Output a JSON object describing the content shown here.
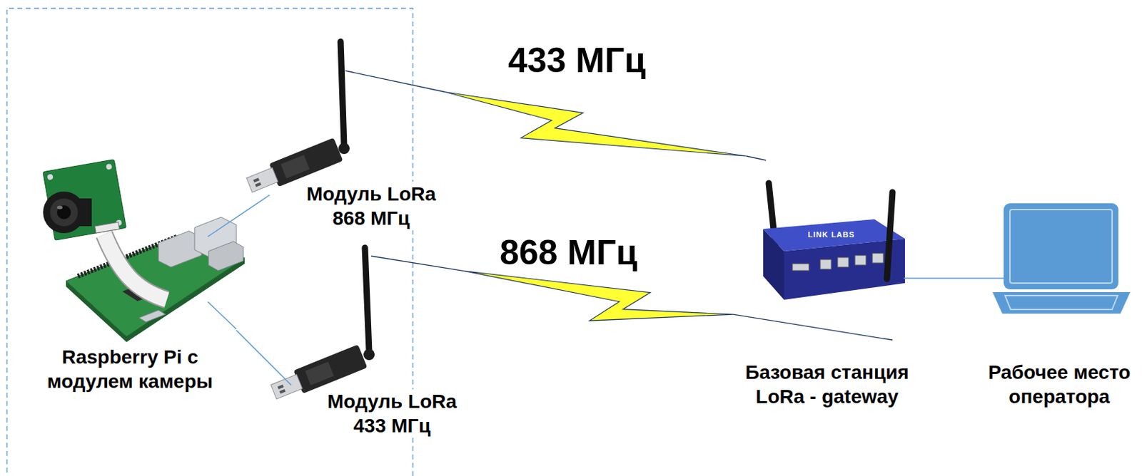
{
  "diagram": {
    "nodes": [
      {
        "text": [
          "Модуль LoRa 868 МГц"
        ]
      },
      {
        "text": [
          "Raspberry Pi с модулем камеры"
        ]
      },
      {
        "text": [
          "Модуль LoRa 433 МГц"
        ]
      },
      {
        "text": [
          "Базовая станция LoRa - gateway"
        ]
      },
      {
        "text": [
          "Рабочее место оператора"
        ]
      }
    ],
    "edges": [
      {
        "from": 1,
        "to": 0,
        "arrow": "none"
      },
      {
        "from": 1,
        "to": 2,
        "arrow": "none"
      },
      {
        "from": 0,
        "to": 3,
        "label": "433 МГц",
        "arrow": "none"
      },
      {
        "from": 2,
        "to": 3,
        "label": "868 МГц",
        "arrow": "none"
      },
      {
        "from": 3,
        "to": 4,
        "arrow": "none"
      }
    ],
    "labels": [
      "LINK LABS"
    ]
  }
}
